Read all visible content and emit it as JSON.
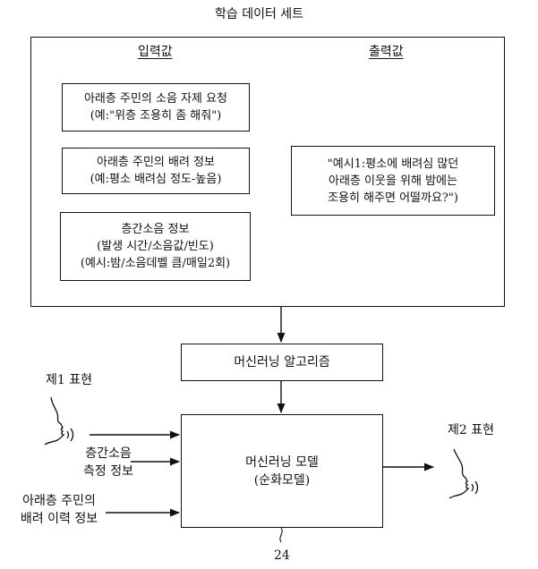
{
  "title": "학습 데이터 세트",
  "input_heading": "입력값",
  "output_heading": "출력값",
  "input_boxes": [
    {
      "lines": [
        "아래층 주민의 소음 자제 요청",
        "(예:\"위층 조용히 좀 해줘\")"
      ]
    },
    {
      "lines": [
        "아래층 주민의 배려 정보",
        "(예:평소 배려심 정도-높음)"
      ]
    },
    {
      "lines": [
        "층간소음 정보",
        "(발생 시간/소음값/빈도)",
        "(예시:밤/소음데벨 큼/매일2회)"
      ]
    }
  ],
  "output_box": {
    "lines": [
      "\"예시1:평소에 배려심 많던",
      "아래층 이웃을 위해 밤에는",
      "조용히 해주면 어떨까요?\")"
    ]
  },
  "ml_algorithm": "머신러닝 알고리즘",
  "ml_model": {
    "lines": [
      "머신러닝 모델",
      "(순화모델)"
    ]
  },
  "expression1": "제1 표현",
  "expression2": "제2 표현",
  "measure_info": {
    "lines": [
      "층간소음",
      "측정 정보"
    ]
  },
  "history_info": {
    "lines": [
      "아래층 주민의",
      "배려 이력 정보"
    ]
  },
  "ref_number": "24"
}
